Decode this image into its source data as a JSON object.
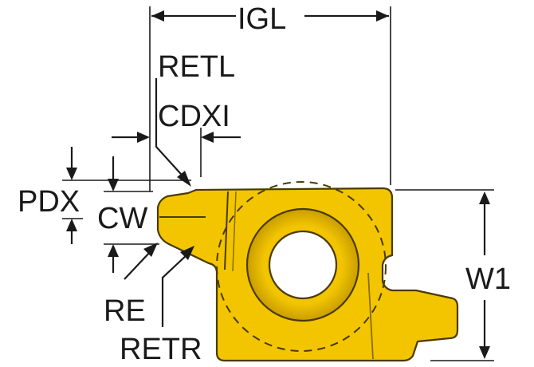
{
  "labels": {
    "igl": "IGL",
    "retl": "RETL",
    "cdxi": "CDXI",
    "pdx": "PDX",
    "cw": "CW",
    "re": "RE",
    "retr": "RETR",
    "w1": "W1"
  },
  "colors": {
    "insert_fill": "#f2c500",
    "insert_outline": "#4a3a00",
    "line": "#1a1a1a",
    "background": "#ffffff"
  }
}
